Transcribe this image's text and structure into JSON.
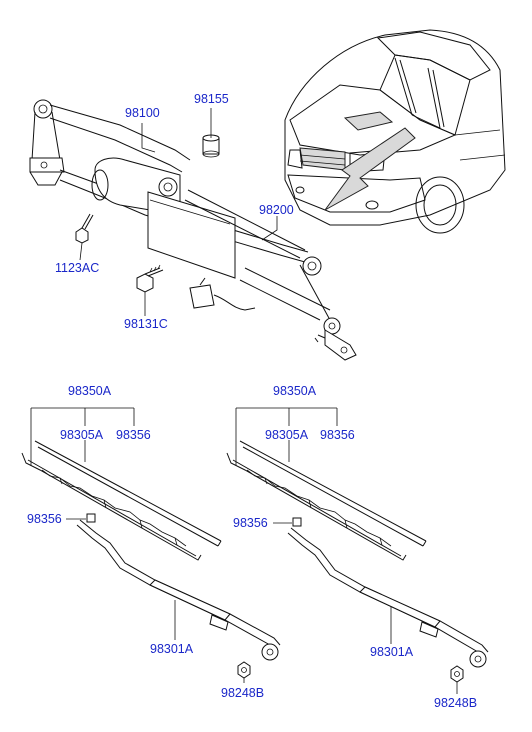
{
  "labels": {
    "p98100": "98100",
    "p98155": "98155",
    "p98200": "98200",
    "p1123AC": "1123AC",
    "p98131C": "98131C",
    "left_98350A": "98350A",
    "left_98305A": "98305A",
    "left_98356_top": "98356",
    "left_98356_side": "98356",
    "left_98301A": "98301A",
    "left_98248B": "98248B",
    "right_98350A": "98350A",
    "right_98305A": "98305A",
    "right_98356_top": "98356",
    "right_98356_side": "98356",
    "right_98301A": "98301A",
    "right_98248B": "98248B"
  },
  "colors": {
    "label_text": "#1a27c9",
    "line_art": "#111111",
    "background": "#ffffff"
  }
}
